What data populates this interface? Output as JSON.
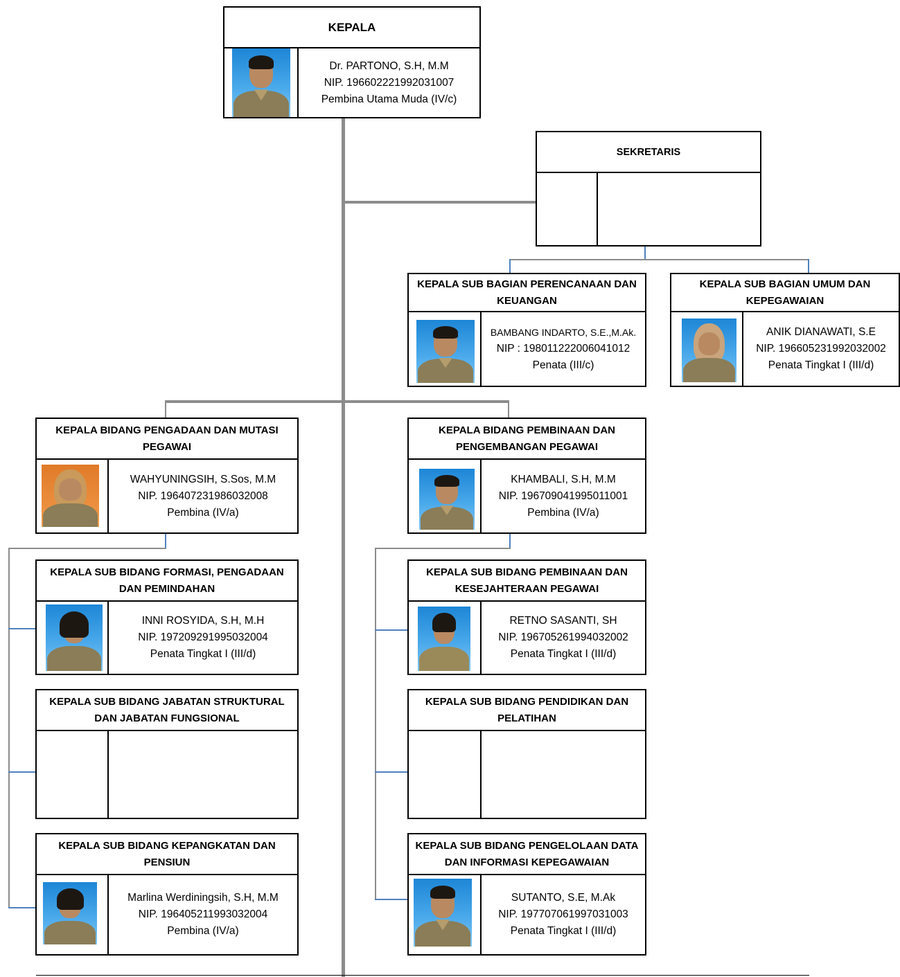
{
  "kepala": {
    "title": "KEPALA",
    "name": "Dr. PARTONO, S.H, M.M",
    "nip": "NIP. 196602221992031007",
    "rank": "Pembina Utama Muda (IV/c)"
  },
  "sekretaris": {
    "title": "SEKRETARIS"
  },
  "sub_perencanaan": {
    "title": "KEPALA SUB BAGIAN PERENCANAAN DAN KEUANGAN",
    "name": "BAMBANG INDARTO, S.E.,M.Ak.",
    "nip": "NIP : 198011222006041012",
    "rank": "Penata (III/c)"
  },
  "sub_umum": {
    "title": "KEPALA SUB BAGIAN UMUM DAN KEPEGAWAIAN",
    "name": "ANIK DIANAWATI, S.E",
    "nip": "NIP. 196605231992032002",
    "rank": "Penata Tingkat I (III/d)"
  },
  "bid_pengadaan": {
    "title": "KEPALA BIDANG PENGADAAN DAN MUTASI PEGAWAI",
    "name": "WAHYUNINGSIH, S.Sos, M.M",
    "nip": "NIP. 196407231986032008",
    "rank": "Pembina (IV/a)"
  },
  "bid_pembinaan": {
    "title": "KEPALA BIDANG PEMBINAAN DAN PENGEMBANGAN PEGAWAI",
    "name": "KHAMBALI, S.H, M.M",
    "nip": "NIP. 196709041995011001",
    "rank": "Pembina (IV/a)"
  },
  "subbid_formasi": {
    "title": "KEPALA SUB BIDANG FORMASI, PENGADAAN DAN PEMINDAHAN",
    "name": "INNI ROSYIDA, S.H, M.H",
    "nip": "NIP. 197209291995032004",
    "rank": "Penata Tingkat I (III/d)"
  },
  "subbid_kesejahteraan": {
    "title": "KEPALA SUB BIDANG PEMBINAAN DAN KESEJAHTERAAN PEGAWAI",
    "name": "RETNO SASANTI, SH",
    "nip": "NIP. 196705261994032002",
    "rank": "Penata Tingkat I (III/d)"
  },
  "subbid_jabatan": {
    "title": "KEPALA SUB BIDANG JABATAN STRUKTURAL DAN JABATAN FUNGSIONAL"
  },
  "subbid_pendidikan": {
    "title": "KEPALA SUB BIDANG PENDIDIKAN DAN PELATIHAN"
  },
  "subbid_kepangkatan": {
    "title": "KEPALA SUB BIDANG KEPANGKATAN DAN PENSIUN",
    "name": "Marlina Werdiningsih, S.H, M.M",
    "nip": "NIP. 196405211993032004",
    "rank": "Pembina (IV/a)"
  },
  "subbid_data": {
    "title": "KEPALA SUB BIDANG PENGELOLAAN DATA DAN INFORMASI KEPEGAWAIAN",
    "name": "SUTANTO, S.E, M.Ak",
    "nip": "NIP. 197707061997031003",
    "rank": "Penata Tingkat I (III/d)"
  },
  "colors": {
    "connector_gray": "#8c8c8c",
    "connector_blue": "#4f81bd",
    "photo_bg": "#1d86d6"
  }
}
